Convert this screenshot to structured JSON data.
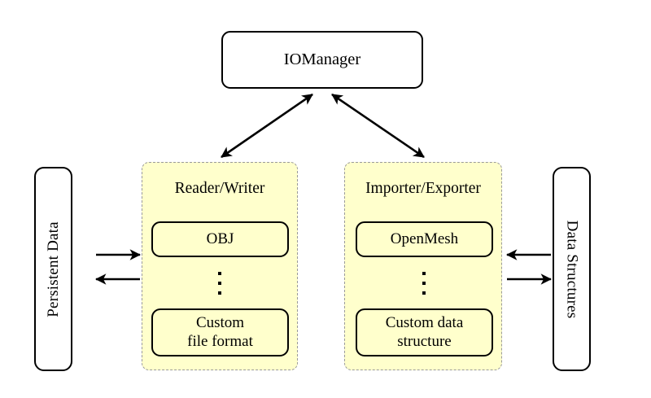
{
  "diagram": {
    "title_node": {
      "label": "IOManager"
    },
    "side_nodes": [
      {
        "name": "persistent-data",
        "label": "Persistent Data",
        "orientation": "rotated-ccw"
      },
      {
        "name": "data-structures",
        "label": "Data Structures",
        "orientation": "rotated-cw"
      }
    ],
    "groups": [
      {
        "name": "reader-writer",
        "title": "Reader/Writer",
        "items": [
          {
            "label": "OBJ"
          },
          {
            "label": "Custom\nfile format",
            "line1": "Custom",
            "line2": "file format"
          }
        ],
        "ellipsis": "⋮"
      },
      {
        "name": "importer-exporter",
        "title": "Importer/Exporter",
        "items": [
          {
            "label": "OpenMesh"
          },
          {
            "label": "Custom data\nstructure",
            "line1": "Custom data",
            "line2": "structure"
          }
        ],
        "ellipsis": "⋮"
      }
    ],
    "connections": [
      {
        "name": "iomanager-to-reader-writer",
        "from": "IOManager",
        "to": "Reader/Writer",
        "style": "double-headed"
      },
      {
        "name": "iomanager-to-importer-exporter",
        "from": "IOManager",
        "to": "Importer/Exporter",
        "style": "double-headed"
      },
      {
        "name": "persistent-data-to-reader-writer",
        "from": "Persistent Data",
        "to": "Reader/Writer",
        "style": "single-headed"
      },
      {
        "name": "reader-writer-to-persistent-data",
        "from": "Reader/Writer",
        "to": "Persistent Data",
        "style": "single-headed"
      },
      {
        "name": "data-structures-to-importer-exporter",
        "from": "Data Structures",
        "to": "Importer/Exporter",
        "style": "single-headed"
      },
      {
        "name": "importer-exporter-to-data-structures",
        "from": "Importer/Exporter",
        "to": "Data Structures",
        "style": "single-headed"
      }
    ],
    "colors": {
      "panel_fill": "#ffffcc",
      "panel_border": "#9a9a9a",
      "node_border": "#000000",
      "background": "#ffffff"
    }
  }
}
